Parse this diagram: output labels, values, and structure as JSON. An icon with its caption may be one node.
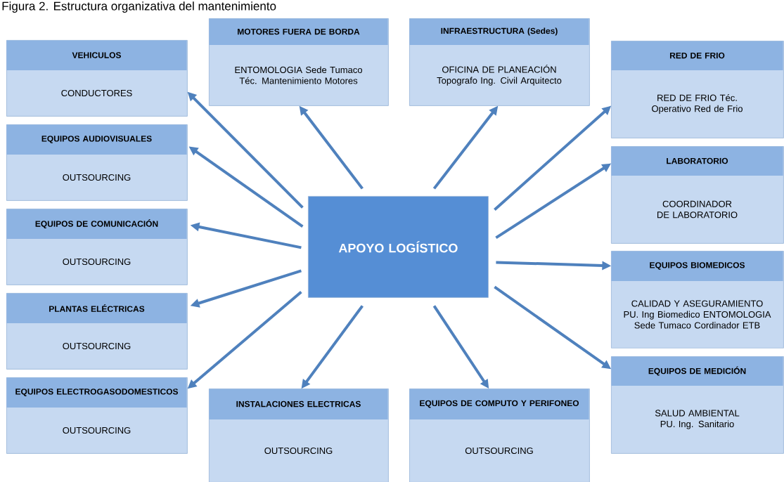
{
  "diagram": {
    "title": "Figura 2. Estructura organizativa del mantenimiento",
    "nodes": [
      {
        "text": [
          "APOYO LOGÍSTICO"
        ]
      },
      {
        "text": [
          "VEHICULOS",
          "CONDUCTORES"
        ]
      },
      {
        "text": [
          "EQUIPOS AUDIOVISUALES",
          "OUTSOURCING"
        ]
      },
      {
        "text": [
          "EQUIPOS DE COMUNICACIÓN",
          "OUTSOURCING"
        ]
      },
      {
        "text": [
          "PLANTAS ELÉCTRICAS",
          "OUTSOURCING"
        ]
      },
      {
        "text": [
          "EQUIPOS ELECTROGASODOMESTICOS",
          "OUTSOURCING"
        ]
      },
      {
        "text": [
          "MOTORES FUERA DE BORDA",
          "ENTOMOLOGIA Sede Tumaco Téc. Mantenimiento Motores"
        ]
      },
      {
        "text": [
          "INFRAESTRUCTURA (Sedes)",
          "OFICINA DE PLANEACIÓN Topografo Ing. Civil Arquitecto"
        ]
      },
      {
        "text": [
          "RED DE FRIO",
          "RED DE FRIO Téc. Operativo Red de Frio"
        ]
      },
      {
        "text": [
          "LABORATORIO",
          "COORDINADOR DE LABORATORIO"
        ]
      },
      {
        "text": [
          "EQUIPOS BIOMEDICOS",
          "CALIDAD Y ASEGURAMIENTO PU. Ing Biomedico ENTOMOLOGIA Sede Tumaco Cordinador ETB"
        ]
      },
      {
        "text": [
          "EQUIPOS DE MEDICIÓN",
          "SALUD AMBIENTAL PU. Ing. Sanitario"
        ]
      },
      {
        "text": [
          "INSTALACIONES ELECTRICAS",
          "OUTSOURCING"
        ]
      },
      {
        "text": [
          "EQUIPOS DE COMPUTO Y PERIFONEO",
          "OUTSOURCING"
        ]
      }
    ],
    "edges": [
      {
        "from": 0,
        "to": 1,
        "arrow": "to"
      },
      {
        "from": 0,
        "to": 2,
        "arrow": "to"
      },
      {
        "from": 0,
        "to": 3,
        "arrow": "to"
      },
      {
        "from": 0,
        "to": 4,
        "arrow": "to"
      },
      {
        "from": 0,
        "to": 5,
        "arrow": "to"
      },
      {
        "from": 0,
        "to": 6,
        "arrow": "to"
      },
      {
        "from": 0,
        "to": 7,
        "arrow": "to"
      },
      {
        "from": 0,
        "to": 8,
        "arrow": "to"
      },
      {
        "from": 0,
        "to": 9,
        "arrow": "to"
      },
      {
        "from": 0,
        "to": 10,
        "arrow": "to"
      },
      {
        "from": 0,
        "to": 11,
        "arrow": "to"
      },
      {
        "from": 0,
        "to": 12,
        "arrow": "to"
      },
      {
        "from": 0,
        "to": 13,
        "arrow": "to"
      }
    ]
  }
}
